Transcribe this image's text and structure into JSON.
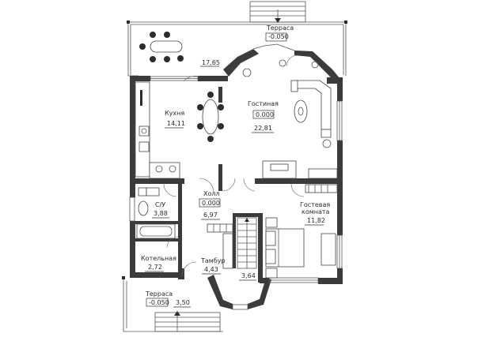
{
  "rooms": {
    "terrace_top": {
      "name": "Терраса",
      "level": "-0.050"
    },
    "terrace_top_area": {
      "area": "17,65"
    },
    "kitchen": {
      "name": "Кухня",
      "area": "14,11"
    },
    "living": {
      "name": "Гостиная",
      "level": "0.000",
      "area": "22,81"
    },
    "hall": {
      "name": "Холл",
      "level": "0.000",
      "area": "6,97"
    },
    "bathroom": {
      "name": "С/У",
      "area": "3,88"
    },
    "guest": {
      "name_line1": "Гостевая",
      "name_line2": "комната",
      "area": "11,82"
    },
    "boiler": {
      "name": "Котельная",
      "area": "2,72"
    },
    "vestibule": {
      "name": "Тамбур",
      "area": "4,43"
    },
    "stairs": {
      "area": "3,64"
    },
    "terrace_bottom": {
      "name": "Терраса",
      "level": "-0.050",
      "area": "3,50"
    }
  },
  "colors": {
    "wall": "#3b3b3b",
    "line": "#555555",
    "background": "#ffffff"
  }
}
